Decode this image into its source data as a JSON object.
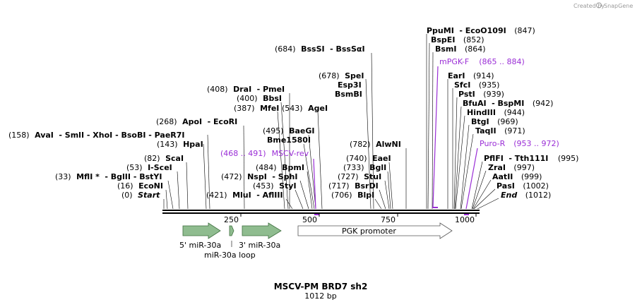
{
  "credit": "Created by",
  "brand": "SnapGene",
  "title": "MSCV-PM BRD7 sh2",
  "length": "1012 bp",
  "scale_ticks": [
    "250",
    "500",
    "750",
    "1000"
  ],
  "sites": [
    {
      "name": "ppumi",
      "pre": "",
      "num": "",
      "text": "PpuMI",
      "post": "- EcoO109I",
      "tail": "(847)"
    },
    {
      "name": "bspei",
      "pre": "",
      "num": "",
      "text": "BspEI",
      "post": "",
      "tail": "(852)"
    },
    {
      "name": "bsmi",
      "pre": "",
      "num": "",
      "text": "BsmI",
      "post": "",
      "tail": "(864)"
    },
    {
      "name": "eari",
      "pre": "",
      "num": "",
      "text": "EarI",
      "post": "",
      "tail": "(914)"
    },
    {
      "name": "sfci",
      "pre": "",
      "num": "",
      "text": "SfcI",
      "post": "",
      "tail": "(935)"
    },
    {
      "name": "psti",
      "pre": "",
      "num": "",
      "text": "PstI",
      "post": "",
      "tail": "(939)"
    },
    {
      "name": "bfuai",
      "pre": "",
      "num": "",
      "text": "BfuAI",
      "post": "- BspMI",
      "tail": "(942)"
    },
    {
      "name": "hindiii",
      "pre": "",
      "num": "",
      "text": "HindIII",
      "post": "",
      "tail": "(944)"
    },
    {
      "name": "btgi",
      "pre": "",
      "num": "",
      "text": "BtgI",
      "post": "",
      "tail": "(969)"
    },
    {
      "name": "taqii",
      "pre": "",
      "num": "",
      "text": "TaqII",
      "post": "",
      "tail": "(971)"
    },
    {
      "name": "pflfi",
      "pre": "",
      "num": "",
      "text": "PflFI",
      "post": "- Tth111I",
      "tail": "(995)"
    },
    {
      "name": "zrai",
      "pre": "",
      "num": "",
      "text": "ZraI",
      "post": "",
      "tail": "(997)"
    },
    {
      "name": "aatii",
      "pre": "",
      "num": "",
      "text": "AatII",
      "post": "",
      "tail": "(999)"
    },
    {
      "name": "pasi",
      "pre": "",
      "num": "",
      "text": "PasI",
      "post": "",
      "tail": "(1002)"
    },
    {
      "name": "end",
      "pre": "",
      "num": "",
      "text": "End",
      "post": "",
      "tail": "(1012)"
    },
    {
      "name": "bsssi",
      "pre": "(684)",
      "num": "",
      "text": "BssSI",
      "post": "- BssSαI",
      "tail": ""
    },
    {
      "name": "spei",
      "pre": "(678)",
      "num": "",
      "text": "SpeI",
      "post": "",
      "tail": ""
    },
    {
      "name": "esp3i",
      "pre": "",
      "num": "",
      "text": "Esp3I",
      "post": "",
      "tail": ""
    },
    {
      "name": "bsmbi",
      "pre": "",
      "num": "",
      "text": "BsmBI",
      "post": "",
      "tail": ""
    },
    {
      "name": "alwni",
      "pre": "(782)",
      "num": "",
      "text": "AlwNI",
      "post": "",
      "tail": ""
    },
    {
      "name": "eaei",
      "pre": "(740)",
      "num": "",
      "text": "EaeI",
      "post": "",
      "tail": ""
    },
    {
      "name": "bgli",
      "pre": "(733)",
      "num": "",
      "text": "BglI",
      "post": "",
      "tail": ""
    },
    {
      "name": "stui",
      "pre": "(727)",
      "num": "",
      "text": "StuI",
      "post": "",
      "tail": ""
    },
    {
      "name": "bsrdi",
      "pre": "(717)",
      "num": "",
      "text": "BsrDI",
      "post": "",
      "tail": ""
    },
    {
      "name": "blpi",
      "pre": "(706)",
      "num": "",
      "text": "BlpI",
      "post": "",
      "tail": ""
    },
    {
      "name": "drai",
      "pre": "(408)",
      "num": "",
      "text": "DraI",
      "post": "- PmeI",
      "tail": ""
    },
    {
      "name": "bbsi",
      "pre": "(400)",
      "num": "",
      "text": "BbsI",
      "post": "",
      "tail": ""
    },
    {
      "name": "mfei",
      "pre": "(387)",
      "num": "",
      "text": "MfeI",
      "post": "",
      "tail": ""
    },
    {
      "name": "agei",
      "pre": "(543)",
      "num": "",
      "text": "AgeI",
      "post": "",
      "tail": ""
    },
    {
      "name": "apoi",
      "pre": "(268)",
      "num": "",
      "text": "ApoI",
      "post": "- EcoRI",
      "tail": ""
    },
    {
      "name": "baegi",
      "pre": "(495)",
      "num": "",
      "text": "BaeGI",
      "post": "",
      "tail": ""
    },
    {
      "name": "bme1580i",
      "pre": "",
      "num": "",
      "text": "Bme1580I",
      "post": "",
      "tail": ""
    },
    {
      "name": "avai",
      "pre": "(158)",
      "num": "",
      "text": "AvaI",
      "post": "- SmlI - XhoI - BsoBI - PaeR7I",
      "tail": ""
    },
    {
      "name": "hpai",
      "pre": "(143)",
      "num": "",
      "text": "HpaI",
      "post": "",
      "tail": ""
    },
    {
      "name": "scai",
      "pre": "(82)",
      "num": "",
      "text": "ScaI",
      "post": "",
      "tail": ""
    },
    {
      "name": "bpmi",
      "pre": "(484)",
      "num": "",
      "text": "BpmI",
      "post": "",
      "tail": ""
    },
    {
      "name": "i-scei",
      "pre": "(53)",
      "num": "",
      "text": "I-SceI",
      "post": "",
      "tail": ""
    },
    {
      "name": "nspi",
      "pre": "(472)",
      "num": "",
      "text": "NspI",
      "post": "- SphI",
      "tail": ""
    },
    {
      "name": "mfli",
      "pre": "(33)",
      "num": "",
      "text": "MflI *",
      "post": "- BglII - BstYI",
      "tail": ""
    },
    {
      "name": "styi",
      "pre": "(453)",
      "num": "",
      "text": "StyI",
      "post": "",
      "tail": ""
    },
    {
      "name": "econi",
      "pre": "(16)",
      "num": "",
      "text": "EcoNI",
      "post": "",
      "tail": ""
    },
    {
      "name": "start",
      "pre": "(0)",
      "num": "",
      "text": "Start",
      "post": "",
      "tail": ""
    },
    {
      "name": "mlui",
      "pre": "(421)",
      "num": "",
      "text": "MluI",
      "post": "- AflIII",
      "tail": ""
    }
  ],
  "primers": [
    {
      "name": "mpgk-f",
      "label": "mPGK-F",
      "range": "(865 .. 884)"
    },
    {
      "name": "mscv-rev",
      "label": "MSCV-rev",
      "range": "(468 .. 491)"
    },
    {
      "name": "puro-r",
      "label": "Puro-R",
      "range": "(953 .. 972)"
    }
  ],
  "features": [
    {
      "name": "5-mir-30a",
      "label": "5' miR-30a"
    },
    {
      "name": "mir-30a-loop",
      "label": "miR-30a loop"
    },
    {
      "name": "3-mir-30a",
      "label": "3' miR-30a"
    },
    {
      "name": "pgk-promoter",
      "label": "PGK promoter"
    }
  ]
}
